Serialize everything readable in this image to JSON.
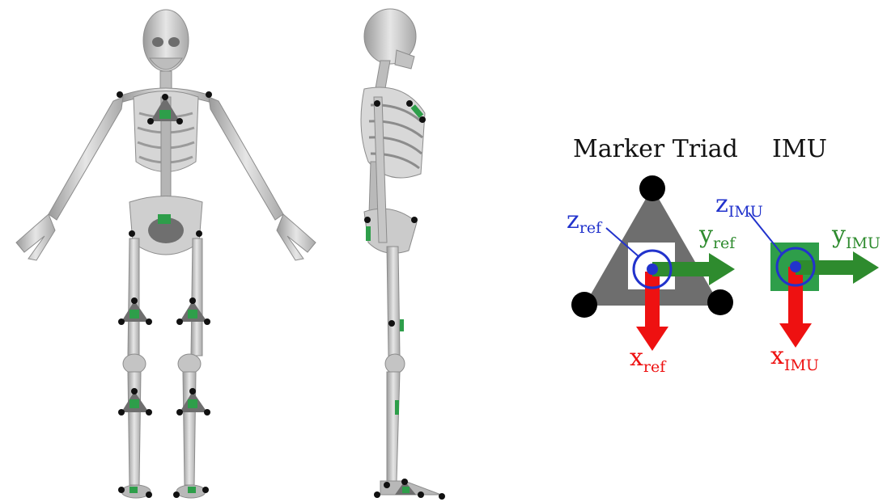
{
  "diagram": {
    "triad_title": "Marker Triad",
    "imu_title": "IMU",
    "axes": {
      "z_ref": {
        "main": "z",
        "sub": "ref"
      },
      "y_ref": {
        "main": "y",
        "sub": "ref"
      },
      "x_ref": {
        "main": "x",
        "sub": "ref"
      },
      "z_imu": {
        "main": "z",
        "sub": "IMU"
      },
      "y_imu": {
        "main": "y",
        "sub": "IMU"
      },
      "x_imu": {
        "main": "x",
        "sub": "IMU"
      }
    }
  },
  "colors": {
    "marker": "#000000",
    "triad_plate": "#6e6e6e",
    "imu_sensor": "#2e9e4a",
    "z_axis": "#2233cc",
    "y_axis": "#2e8b2e",
    "x_axis": "#ee1111",
    "bone": "#c8c8c8"
  }
}
